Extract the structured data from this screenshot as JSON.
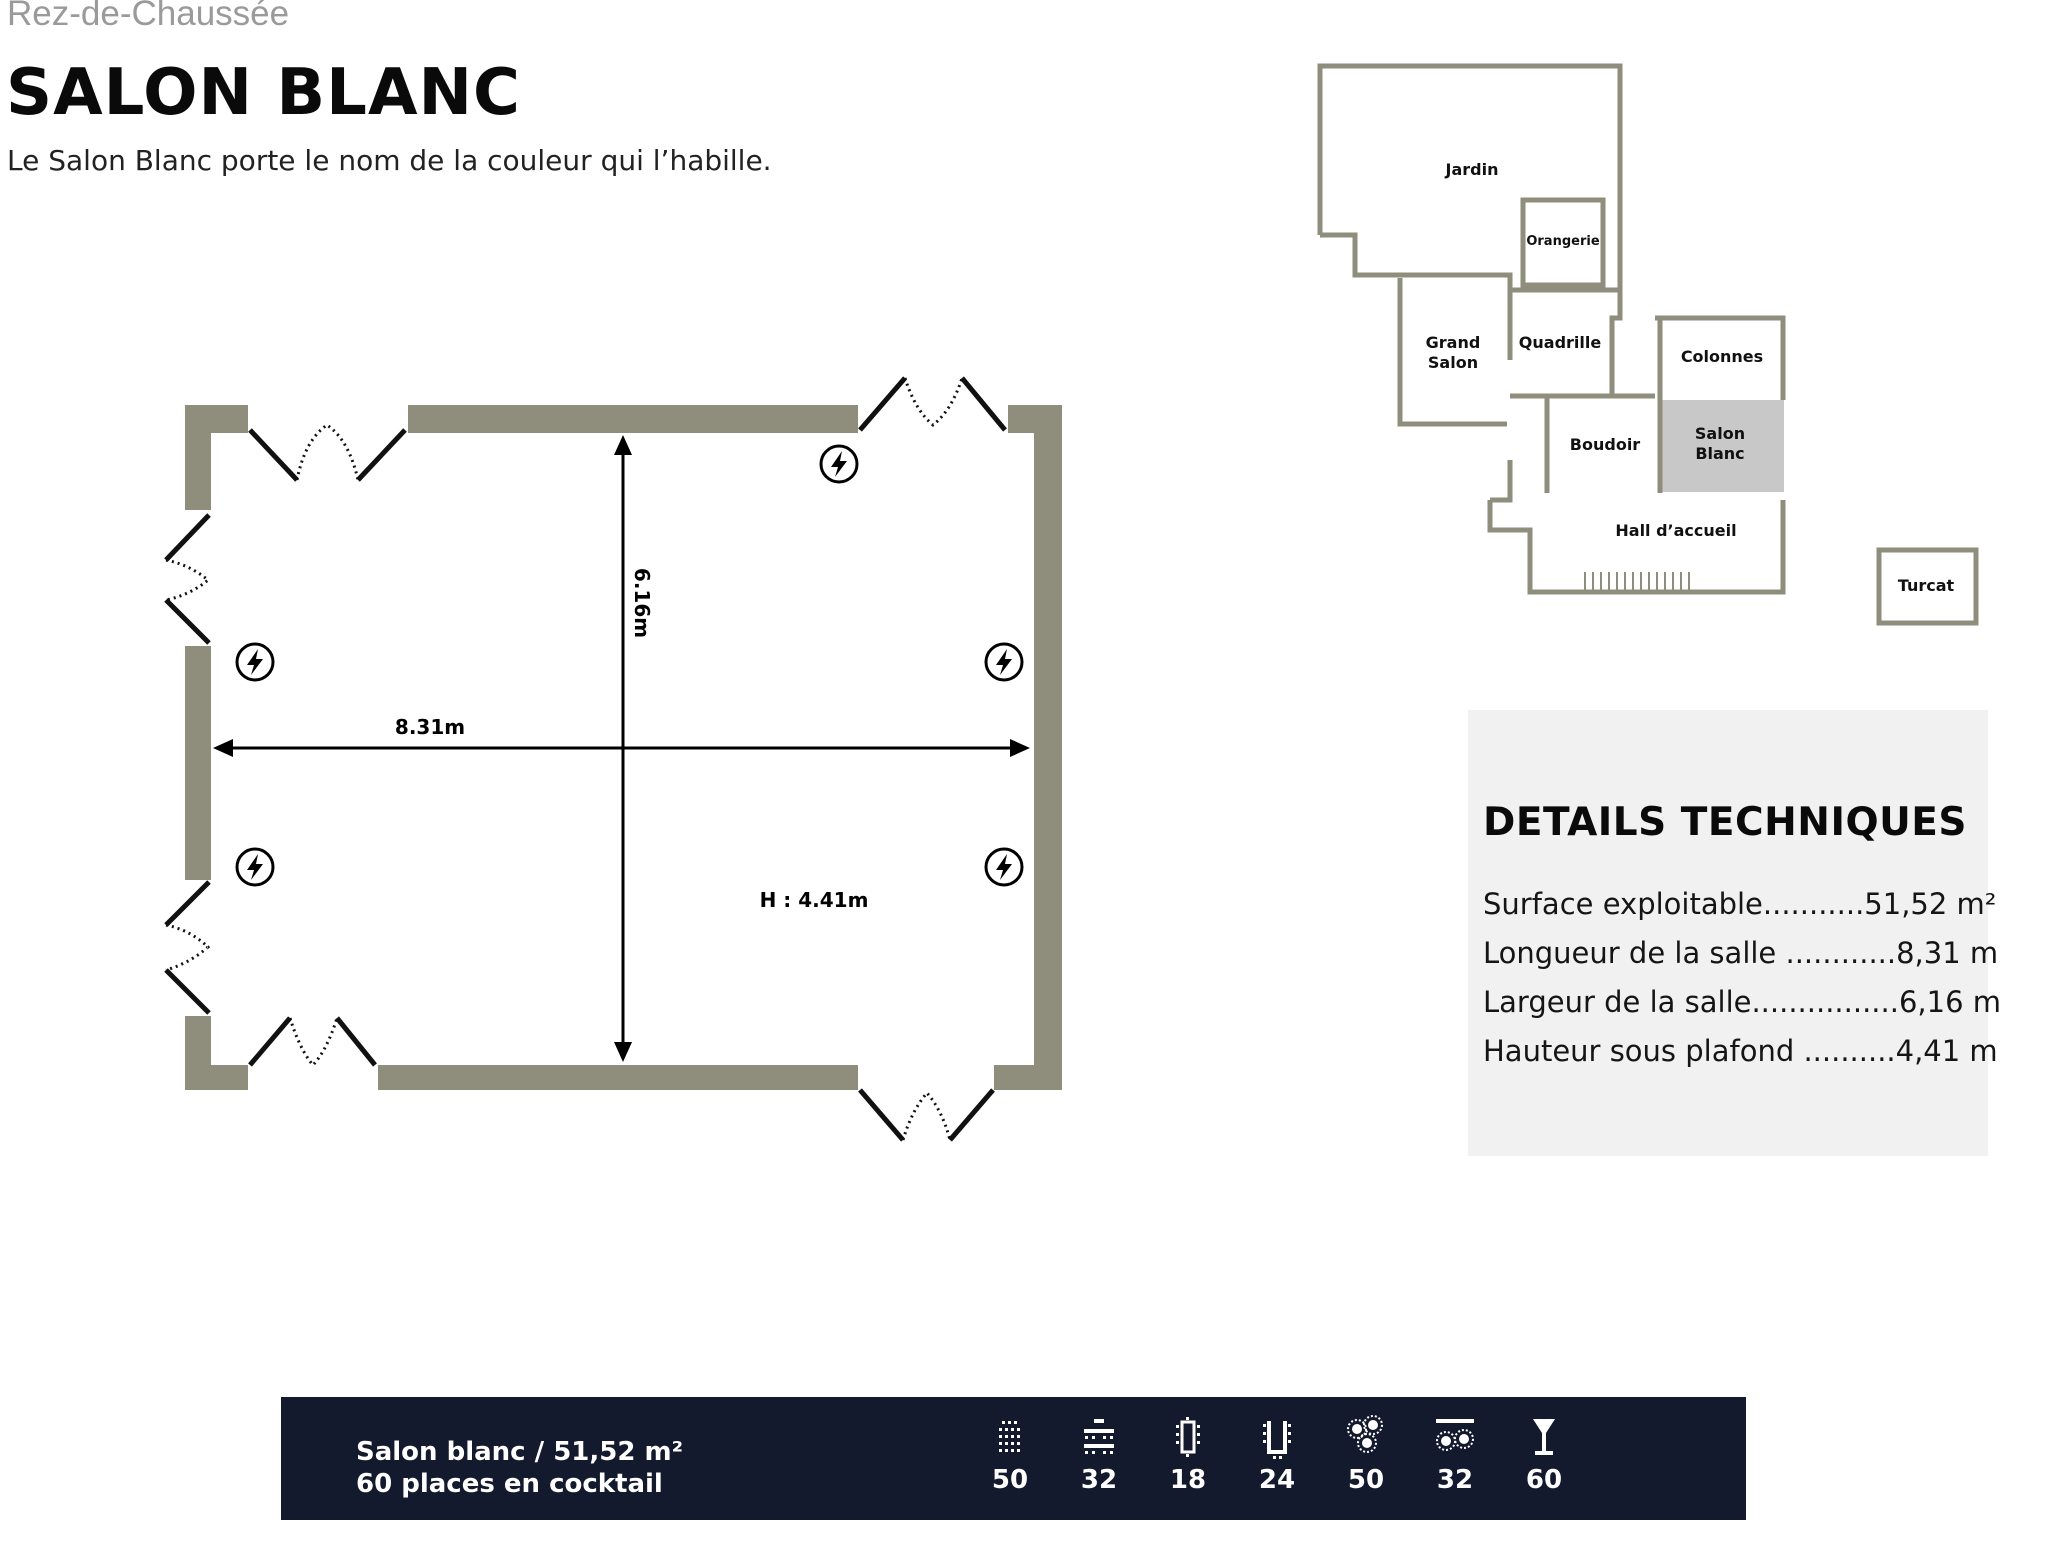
{
  "header": {
    "floor": "Rez-de-Chaussée",
    "title": "SALON BLANC",
    "intro": "Le Salon Blanc porte le nom de la couleur qui l’habille."
  },
  "plan": {
    "length_label": "8.31m",
    "width_label": "6.16m",
    "height_label": "H : 4.41m",
    "wall_color": "#8f8d7c",
    "icons": [
      "power-outlet-icon",
      "double-door-icon"
    ]
  },
  "location_map": {
    "rooms": {
      "jardin": "Jardin",
      "orangerie": "Orangerie",
      "grand_salon_1": "Grand",
      "grand_salon_2": "Salon",
      "quadrille": "Quadrille",
      "colonnes": "Colonnes",
      "boudoir": "Boudoir",
      "salon_blanc_1": "Salon",
      "salon_blanc_2": "Blanc",
      "hall": "Hall d’accueil",
      "turcat": "Turcat"
    },
    "highlight_color": "#c8c8c8"
  },
  "details": {
    "title": "DETAILS TECHNIQUES",
    "rows": [
      "Surface exploitable...........51,52 m²",
      "Longueur de la salle ............8,31 m",
      "Largeur de la salle................6,16 m",
      "Hauteur sous plafond ..........4,41 m"
    ]
  },
  "capacity": {
    "line1": "Salon blanc / 51,52 m²",
    "line2": "60 places en cocktail",
    "bar_color": "#141a2e",
    "items": [
      {
        "icon": "theatre-seating-icon",
        "value": "50"
      },
      {
        "icon": "classroom-seating-icon",
        "value": "32"
      },
      {
        "icon": "boardroom-table-icon",
        "value": "18"
      },
      {
        "icon": "u-shape-table-icon",
        "value": "24"
      },
      {
        "icon": "banquet-round-tables-icon",
        "value": "50"
      },
      {
        "icon": "cabaret-seating-icon",
        "value": "32"
      },
      {
        "icon": "cocktail-glass-icon",
        "value": "60"
      }
    ]
  }
}
